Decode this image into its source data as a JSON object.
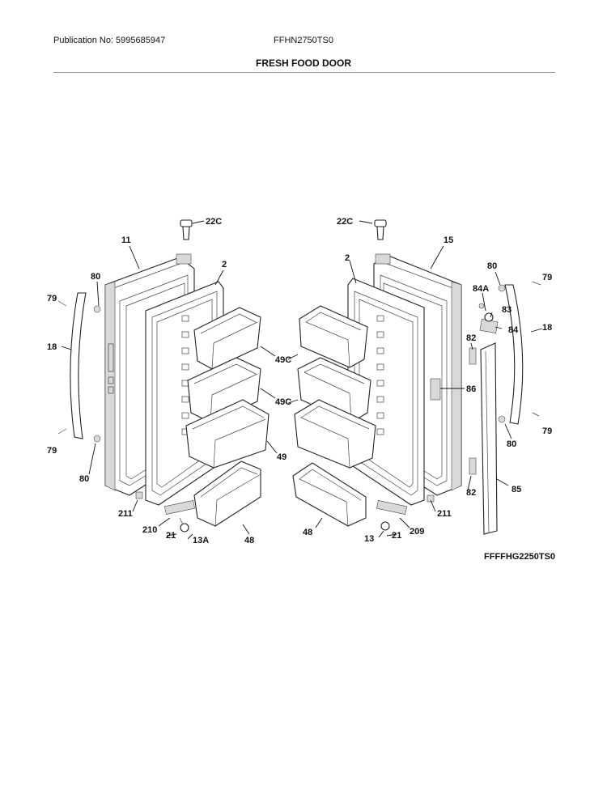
{
  "header": {
    "publication": "Publication No: 5995685947",
    "model": "FFHN2750TS0",
    "section_title": "FRESH FOOD DOOR"
  },
  "diagram_code": "FFFFHG2250TS0",
  "callouts": {
    "c22c_left": "22C",
    "c22c_right": "22C",
    "c11": "11",
    "c15": "15",
    "c2_left": "2",
    "c2_right": "2",
    "c80_left_top": "80",
    "c80_left_bot": "80",
    "c80_right_top": "80",
    "c80_right_bot": "80",
    "c79_left_top": "79",
    "c79_left_bot": "79",
    "c79_right_top": "79",
    "c79_right_bot": "79",
    "c18_left": "18",
    "c18_right": "18",
    "c49c_top": "49C",
    "c49c_mid": "49C",
    "c49": "49",
    "c48_left": "48",
    "c48_right": "48",
    "c211_left": "211",
    "c211_right": "211",
    "c210": "210",
    "c209": "209",
    "c21_left": "21",
    "c21_right": "21",
    "c13a": "13A",
    "c13": "13",
    "c84a": "84A",
    "c83": "83",
    "c84": "84",
    "c82_top": "82",
    "c82_bot": "82",
    "c86": "86",
    "c85": "85"
  }
}
